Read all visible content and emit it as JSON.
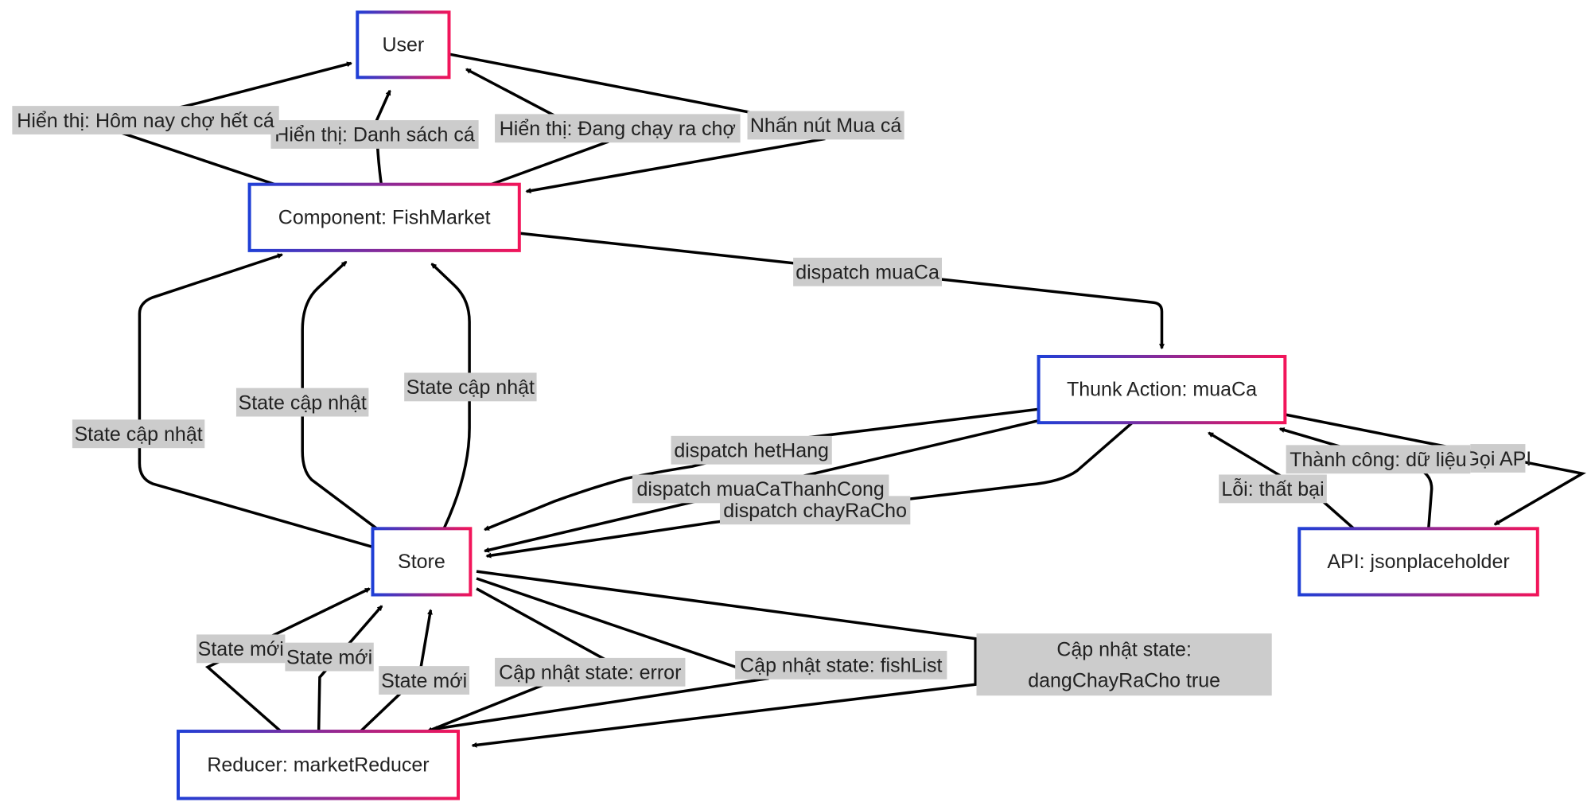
{
  "colors": {
    "node_border_start": "#1f3fd6",
    "node_border_end": "#f2155a",
    "edge": "#000000",
    "label_background": "#cccccc",
    "text": "#222222"
  },
  "nodes": [
    {
      "id": "user",
      "label": "User"
    },
    {
      "id": "component",
      "label": "Component: FishMarket"
    },
    {
      "id": "thunk",
      "label": "Thunk Action: muaCa"
    },
    {
      "id": "store",
      "label": "Store"
    },
    {
      "id": "api",
      "label": "API: jsonplaceholder"
    },
    {
      "id": "reducer",
      "label": "Reducer: marketReducer"
    }
  ],
  "edges": [
    {
      "from": "user",
      "to": "component",
      "label": "Nhấn nút Mua cá"
    },
    {
      "from": "component",
      "to": "thunk",
      "label": "dispatch muaCa"
    },
    {
      "from": "thunk",
      "to": "store",
      "label": "dispatch chayRaCho"
    },
    {
      "from": "store",
      "to": "reducer",
      "label": "Cập nhật state: dangChayRaCho true"
    },
    {
      "from": "reducer",
      "to": "store",
      "label": "State mới"
    },
    {
      "from": "store",
      "to": "component",
      "label": "State cập nhật"
    },
    {
      "from": "component",
      "to": "user",
      "label": "Hiển thị: Đang chạy ra chợ"
    },
    {
      "from": "thunk",
      "to": "api",
      "label": "Gọi API"
    },
    {
      "from": "api",
      "to": "thunk",
      "label": "Thành công: dữ liệu"
    },
    {
      "from": "thunk",
      "to": "store",
      "label": "dispatch muaCaThanhCong"
    },
    {
      "from": "store",
      "to": "reducer",
      "label": "Cập nhật state: fishList"
    },
    {
      "from": "reducer",
      "to": "store",
      "label": "State mới"
    },
    {
      "from": "store",
      "to": "component",
      "label": "State cập nhật"
    },
    {
      "from": "component",
      "to": "user",
      "label": "Hiển thị: Danh sách cá"
    },
    {
      "from": "api",
      "to": "thunk",
      "label": "Lỗi: thất bại"
    },
    {
      "from": "thunk",
      "to": "store",
      "label": "dispatch hetHang"
    },
    {
      "from": "store",
      "to": "reducer",
      "label": "Cập nhật state: error"
    },
    {
      "from": "reducer",
      "to": "store",
      "label": "State mới"
    },
    {
      "from": "store",
      "to": "component",
      "label": "State cập nhật"
    },
    {
      "from": "component",
      "to": "user",
      "label": "Hiển thị: Hôm nay chợ hết cá"
    }
  ]
}
